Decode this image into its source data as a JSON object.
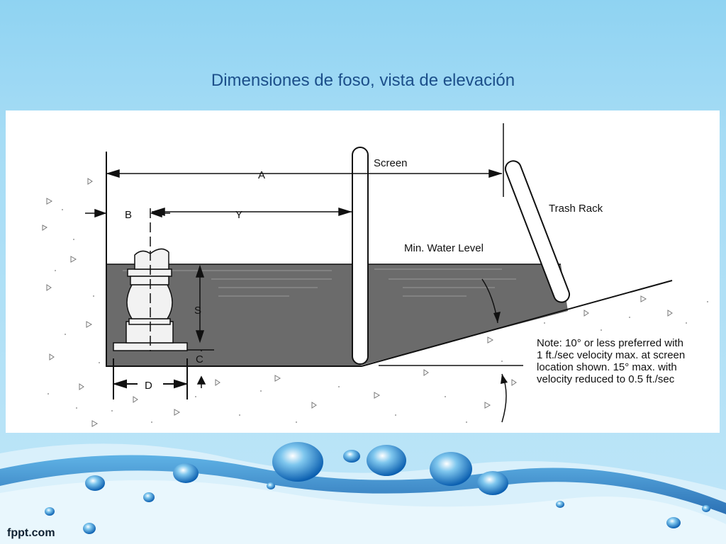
{
  "slide": {
    "title": "Dimensiones de foso, vista de elevación",
    "brand": "fppt.com"
  },
  "diagram": {
    "labels": {
      "a": "A",
      "b": "B",
      "y": "Y",
      "s": "S",
      "c": "C",
      "d": "D",
      "screen": "Screen",
      "trash_rack": "Trash Rack",
      "min_water_level": "Min. Water Level"
    },
    "note": {
      "lines": [
        "Note:  10° or less preferred with",
        "1 ft./sec velocity max. at screen",
        "location shown.  15° max. with",
        "velocity reduced to 0.5 ft./sec"
      ]
    },
    "colors": {
      "water": "#6b6b6b",
      "line": "#111111",
      "pump": "#f2f2f2"
    }
  }
}
